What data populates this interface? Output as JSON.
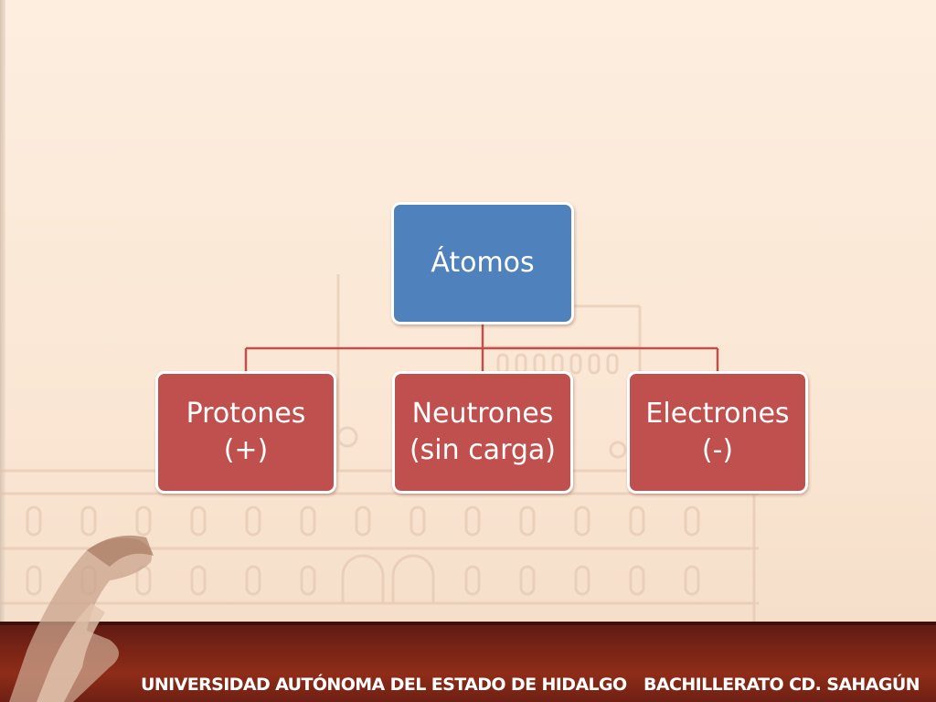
{
  "diagram": {
    "root": {
      "label": "Átomos"
    },
    "children": [
      {
        "label": "Protones\n(+)"
      },
      {
        "label": "Neutrones\n(sin carga)"
      },
      {
        "label": "Electrones\n(-)"
      }
    ]
  },
  "footer": {
    "institution": "UNIVERSIDAD AUTÓNOMA DEL ESTADO DE HIDALGO",
    "campus": "BACHILLERATO CD. SAHAGÚN"
  },
  "colors": {
    "root": "#4f81bd",
    "child": "#c0504d",
    "connector": "#c0504d",
    "footer_band": "#7a2416",
    "background": "#fbe9d9"
  }
}
